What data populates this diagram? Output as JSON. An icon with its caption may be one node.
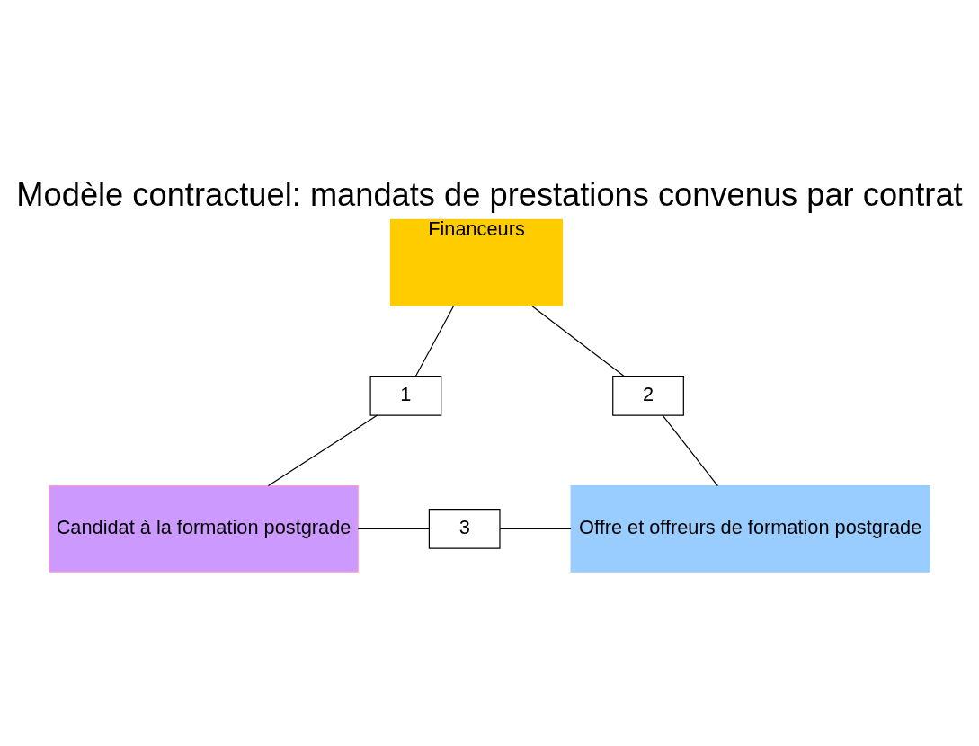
{
  "diagram": {
    "title": "Modèle contractuel: mandats de prestations convenus par contrat",
    "nodes": [
      {
        "text": [
          "Financeurs"
        ]
      },
      {
        "text": [
          "1"
        ]
      },
      {
        "text": [
          "2"
        ]
      },
      {
        "text": [
          "Candidat à la formation postgrade"
        ]
      },
      {
        "text": [
          "3"
        ]
      },
      {
        "text": [
          "Offre et offreurs de formation postgrade"
        ]
      }
    ],
    "edges": [
      {
        "from": 0,
        "to": 1,
        "arrow": "none"
      },
      {
        "from": 1,
        "to": 3,
        "arrow": "none"
      },
      {
        "from": 0,
        "to": 2,
        "arrow": "none"
      },
      {
        "from": 2,
        "to": 5,
        "arrow": "none"
      },
      {
        "from": 3,
        "to": 4,
        "arrow": "none"
      },
      {
        "from": 4,
        "to": 5,
        "arrow": "none"
      }
    ]
  }
}
